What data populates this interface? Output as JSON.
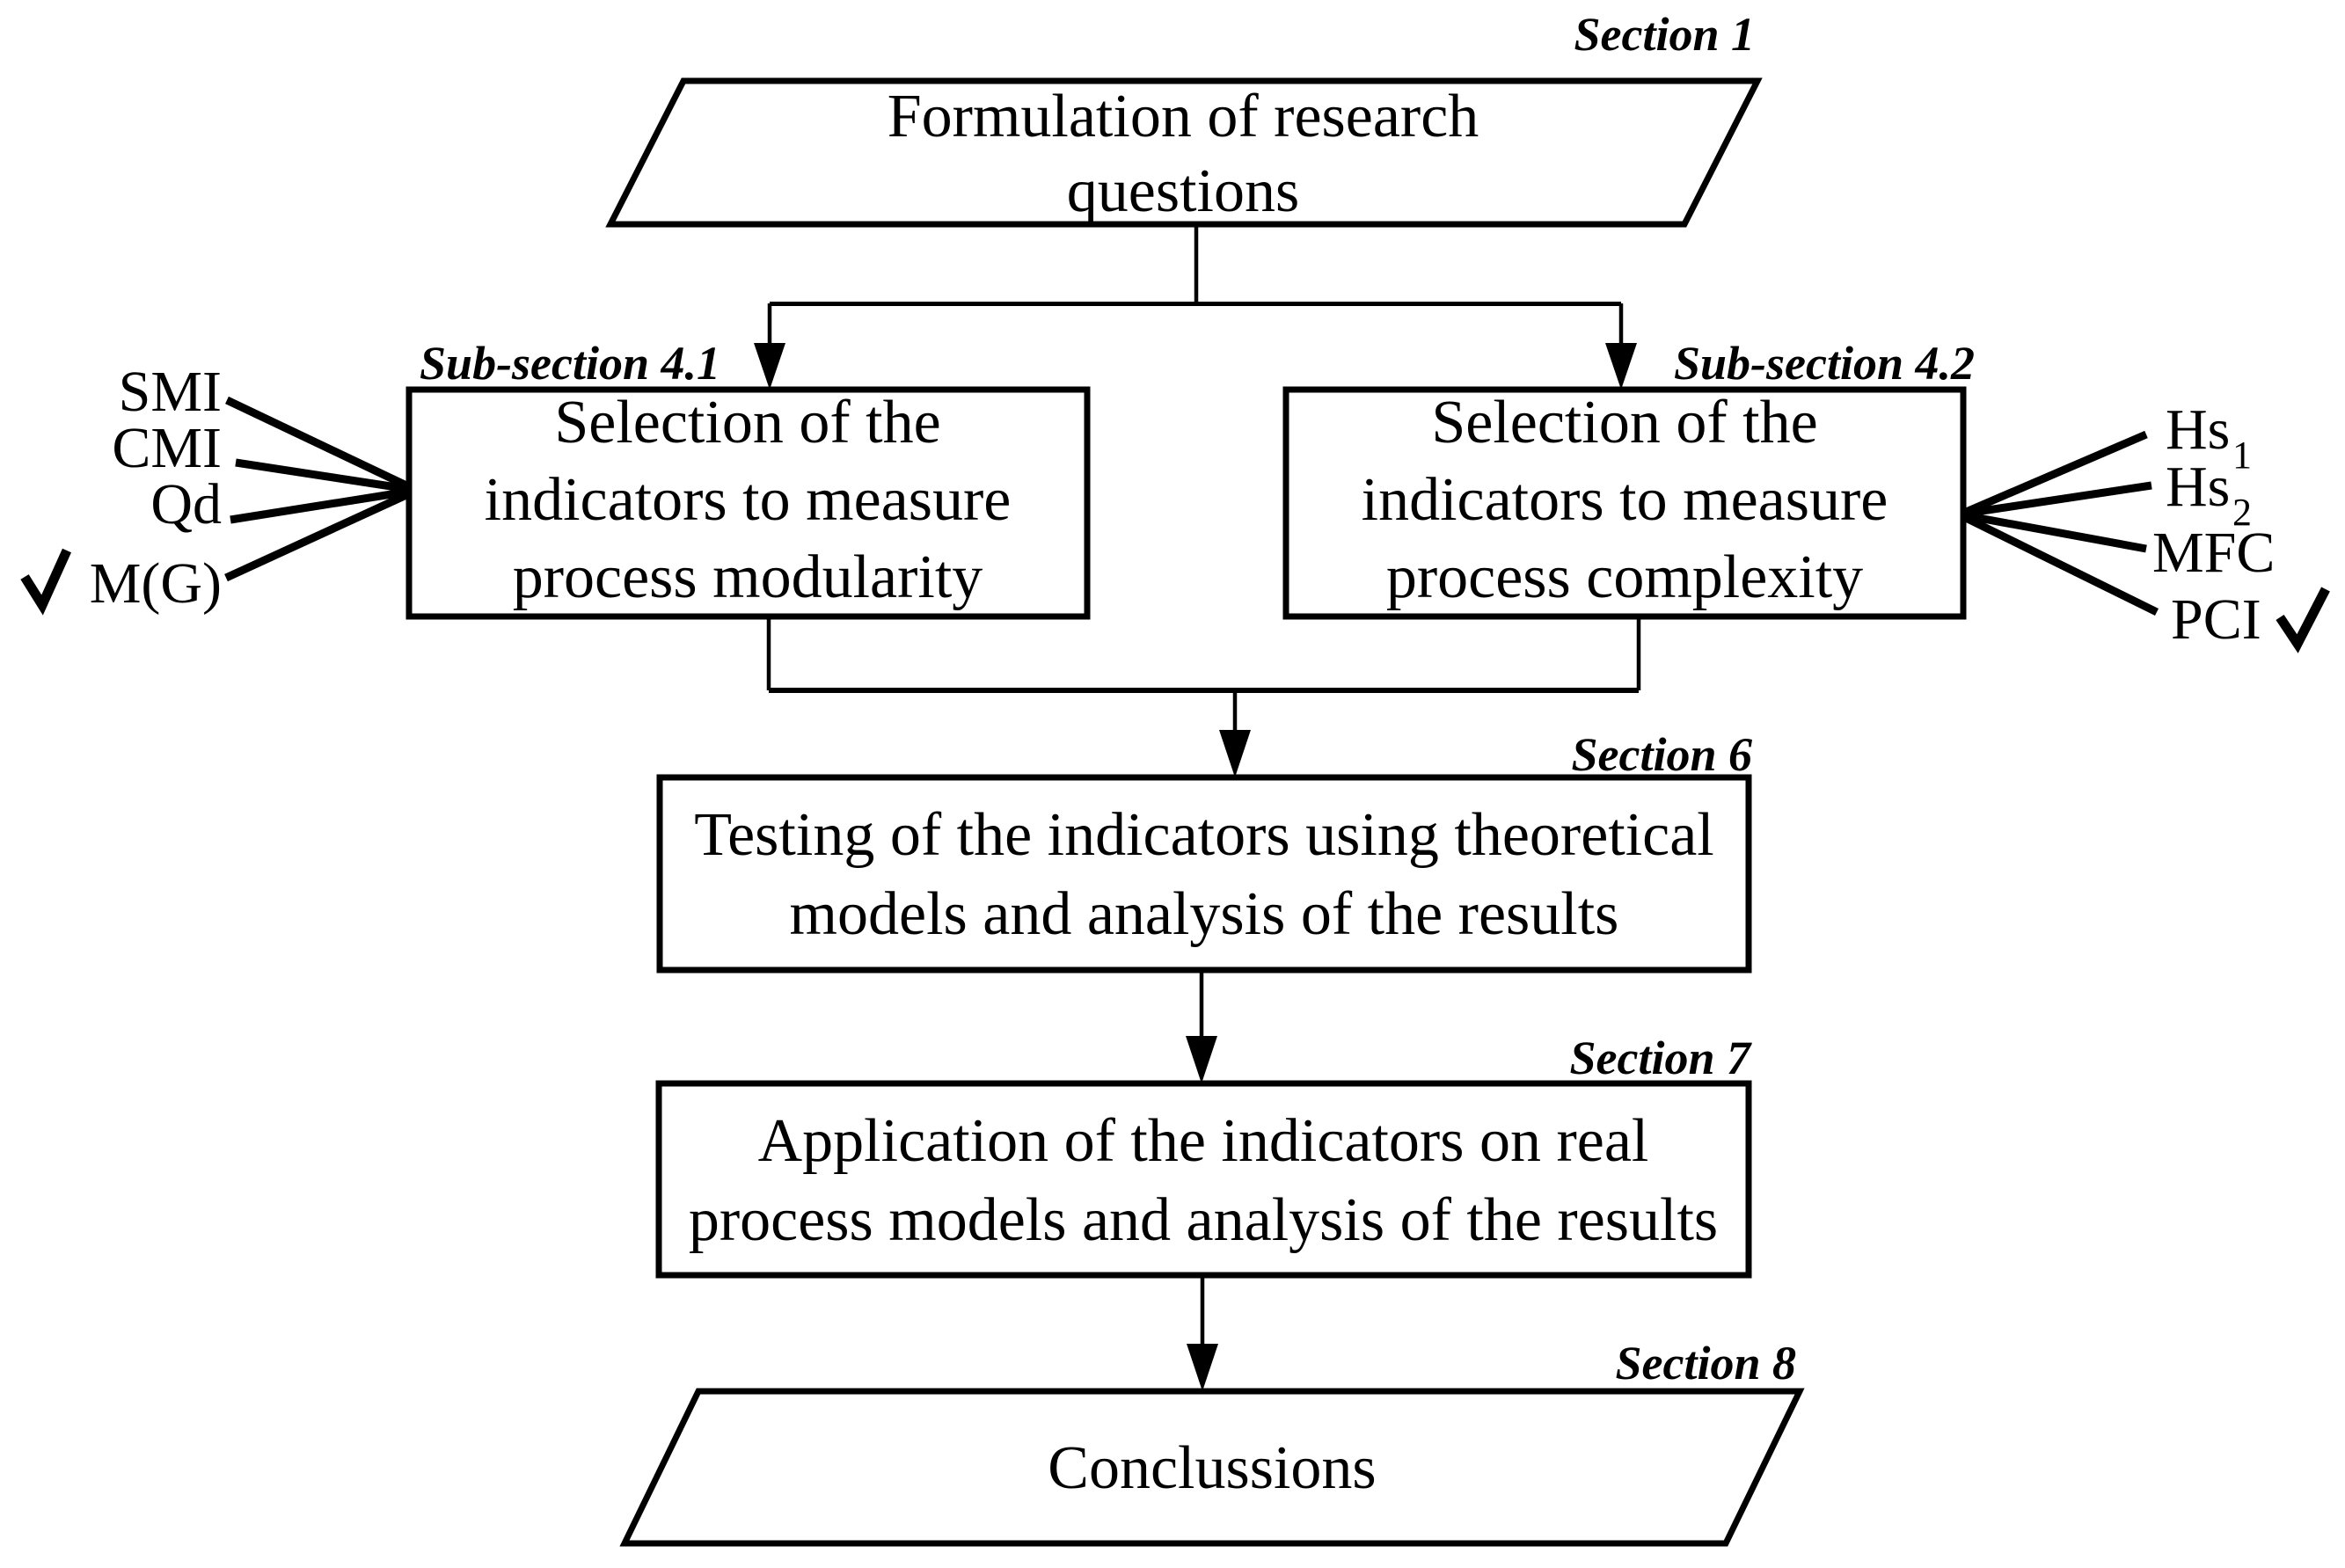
{
  "diagram": {
    "title": "Research methodology flowchart",
    "colors": {
      "background": "#ffffff",
      "ink": "#000000"
    },
    "nodes": {
      "formulation": {
        "shape": "parallelogram",
        "line1": "Formulation of research",
        "line2": "questions",
        "section_tag": "Section 1"
      },
      "modularity": {
        "shape": "rectangle",
        "line1": "Selection of the",
        "line2": "indicators to measure",
        "line3": "process modularity",
        "section_tag": "Sub-section 4.1"
      },
      "complexity": {
        "shape": "rectangle",
        "line1": "Selection of the",
        "line2": "indicators to measure",
        "line3": "process complexity",
        "section_tag": "Sub-section 4.2"
      },
      "testing": {
        "shape": "rectangle",
        "line1": "Testing of the indicators using theoretical",
        "line2": "models and analysis of the results",
        "section_tag": "Section 6"
      },
      "application": {
        "shape": "rectangle",
        "line1": "Application of the indicators on real",
        "line2": "process models and analysis of the results",
        "section_tag": "Section 7"
      },
      "conclusions": {
        "shape": "parallelogram",
        "line1": "Conclussions",
        "section_tag": "Section 8"
      }
    },
    "modularity_indicators": [
      {
        "label": "SMI",
        "checked": false
      },
      {
        "label": "CMI",
        "checked": false
      },
      {
        "label": "Qd",
        "checked": false
      },
      {
        "label": "M(G)",
        "checked": true
      }
    ],
    "complexity_indicators": [
      {
        "base": "Hs",
        "sub": "1",
        "checked": false
      },
      {
        "base": "Hs",
        "sub": "2",
        "checked": false
      },
      {
        "base": "MFC",
        "sub": "",
        "checked": false
      },
      {
        "base": "PCI",
        "sub": "",
        "checked": true
      }
    ],
    "icons": {
      "check": "check-mark"
    }
  }
}
